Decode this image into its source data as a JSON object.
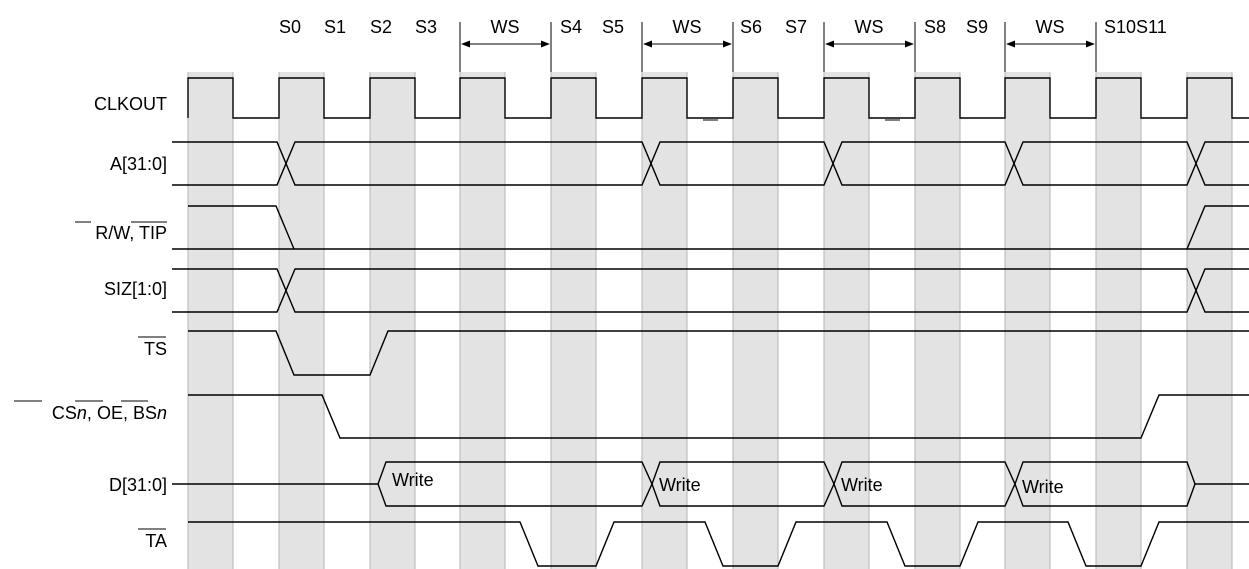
{
  "signals": {
    "clkout": "CLKOUT",
    "addr": "A[31:0]",
    "rw": {
      "r": "R/",
      "w": "W",
      "sep": ", ",
      "tip": "TIP"
    },
    "siz": "SIZ[1:0]",
    "ts": "TS",
    "cs": {
      "cs": "CS",
      "n1": "n",
      "sep1": ", ",
      "oe": "OE",
      "sep2": ", ",
      "bs": "BS",
      "n2": "n"
    },
    "data": "D[31:0]",
    "ta": "TA"
  },
  "states": [
    "S0",
    "S1",
    "S2",
    "S3",
    "S4",
    "S5",
    "S6",
    "S7",
    "S8",
    "S9",
    "S10S11"
  ],
  "wait_states": [
    "WS",
    "WS",
    "WS",
    "WS"
  ],
  "data_values": [
    "Write",
    "Write",
    "Write",
    "Write"
  ]
}
